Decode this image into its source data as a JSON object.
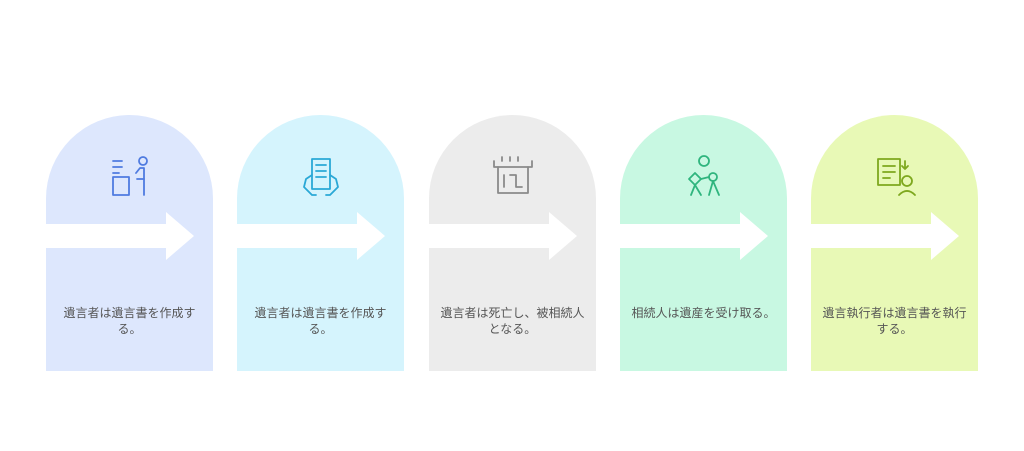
{
  "steps": [
    {
      "label": "遺言者は遺言書を作成する。",
      "icon": "person-writing-at-desk-icon",
      "bg": "#dde7fd",
      "color": "#4f7be0"
    },
    {
      "label": "遺言者は遺言書を作成する。",
      "icon": "hands-holding-document-icon",
      "bg": "#d5f4fd",
      "color": "#2aa8d6"
    },
    {
      "label": "遺言者は死亡し、被相続人となる。",
      "icon": "coffin-icon",
      "bg": "#ececec",
      "color": "#8a8a8a"
    },
    {
      "label": "相続人は遺産を受け取る。",
      "icon": "heirs-receiving-icon",
      "bg": "#c8f8e2",
      "color": "#2fb57e"
    },
    {
      "label": "遺言執行者は遺言書を執行する。",
      "icon": "executor-checklist-icon",
      "bg": "#e8f9b6",
      "color": "#7ea81e"
    }
  ]
}
